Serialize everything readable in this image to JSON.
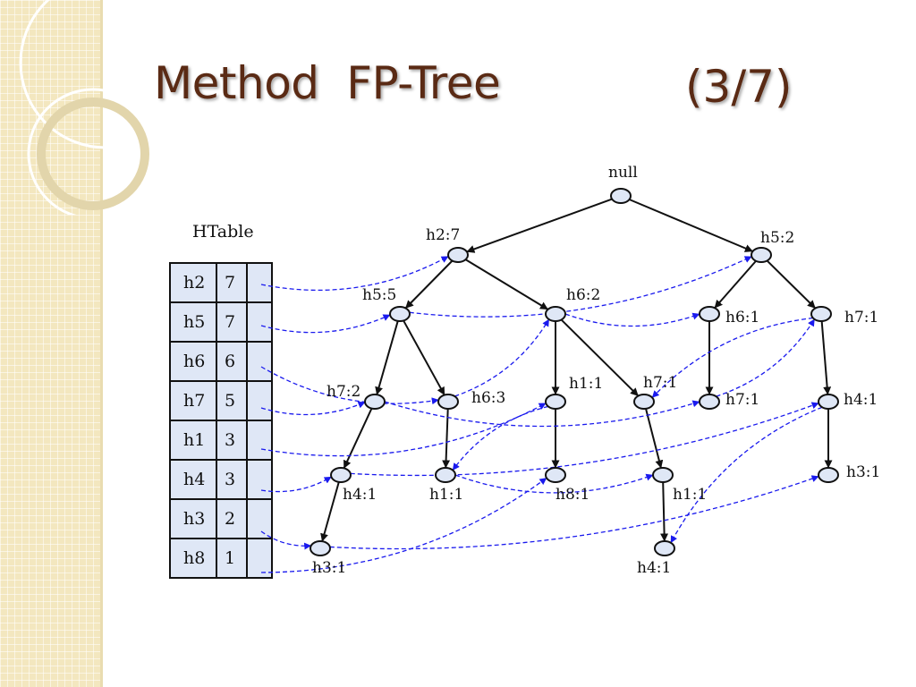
{
  "slide": {
    "title": "Method  FP-Tree",
    "counter": "(3/7)"
  },
  "htable": {
    "title": "HTable",
    "rows": [
      {
        "item": "h2",
        "count": "7"
      },
      {
        "item": "h5",
        "count": "7"
      },
      {
        "item": "h6",
        "count": "6"
      },
      {
        "item": "h7",
        "count": "5"
      },
      {
        "item": "h1",
        "count": "3"
      },
      {
        "item": "h4",
        "count": "3"
      },
      {
        "item": "h3",
        "count": "2"
      },
      {
        "item": "h8",
        "count": "1"
      }
    ]
  },
  "tree": {
    "nodes": [
      {
        "id": "root",
        "label": "null"
      },
      {
        "id": "a",
        "label": "h2:7"
      },
      {
        "id": "b",
        "label": "h5:2"
      },
      {
        "id": "c",
        "label": "h5:5"
      },
      {
        "id": "d",
        "label": "h6:2"
      },
      {
        "id": "e",
        "label": "h6:1"
      },
      {
        "id": "f",
        "label": "h7:1"
      },
      {
        "id": "g",
        "label": "h7:2"
      },
      {
        "id": "h",
        "label": "h6:3"
      },
      {
        "id": "i",
        "label": "h1:1"
      },
      {
        "id": "j",
        "label": "h7:1"
      },
      {
        "id": "k",
        "label": "h7:1"
      },
      {
        "id": "l",
        "label": "h4:1"
      },
      {
        "id": "m",
        "label": "h4:1"
      },
      {
        "id": "n",
        "label": "h1:1"
      },
      {
        "id": "o",
        "label": "h8:1"
      },
      {
        "id": "p",
        "label": "h1:1"
      },
      {
        "id": "q",
        "label": "h3:1"
      },
      {
        "id": "r",
        "label": "h3:1"
      },
      {
        "id": "s",
        "label": "h4:1"
      }
    ],
    "edges": [
      [
        "root",
        "a"
      ],
      [
        "root",
        "b"
      ],
      [
        "a",
        "c"
      ],
      [
        "a",
        "d"
      ],
      [
        "b",
        "e"
      ],
      [
        "b",
        "f"
      ],
      [
        "c",
        "g"
      ],
      [
        "c",
        "h"
      ],
      [
        "d",
        "i"
      ],
      [
        "d",
        "j"
      ],
      [
        "e",
        "k"
      ],
      [
        "f",
        "l"
      ],
      [
        "g",
        "m"
      ],
      [
        "h",
        "n"
      ],
      [
        "i",
        "o"
      ],
      [
        "j",
        "p"
      ],
      [
        "l",
        "q"
      ],
      [
        "m",
        "r"
      ],
      [
        "p",
        "s"
      ]
    ],
    "node_links": [
      [
        "row_h2",
        "a"
      ],
      [
        "row_h5",
        "c"
      ],
      [
        "c",
        "b"
      ],
      [
        "row_h6",
        "h"
      ],
      [
        "h",
        "d"
      ],
      [
        "d",
        "e"
      ],
      [
        "row_h7",
        "g"
      ],
      [
        "g",
        "k"
      ],
      [
        "k",
        "f"
      ],
      [
        "f",
        "j"
      ],
      [
        "row_h1",
        "i"
      ],
      [
        "i",
        "n"
      ],
      [
        "n",
        "p"
      ],
      [
        "row_h4",
        "m"
      ],
      [
        "m",
        "l"
      ],
      [
        "l",
        "s"
      ],
      [
        "row_h3",
        "r"
      ],
      [
        "r",
        "q"
      ],
      [
        "row_h8",
        "o"
      ]
    ],
    "colors": {
      "tree_edge": "#111111",
      "node_link": "#1a1aee",
      "node_fill": "#dfe7f6"
    }
  }
}
